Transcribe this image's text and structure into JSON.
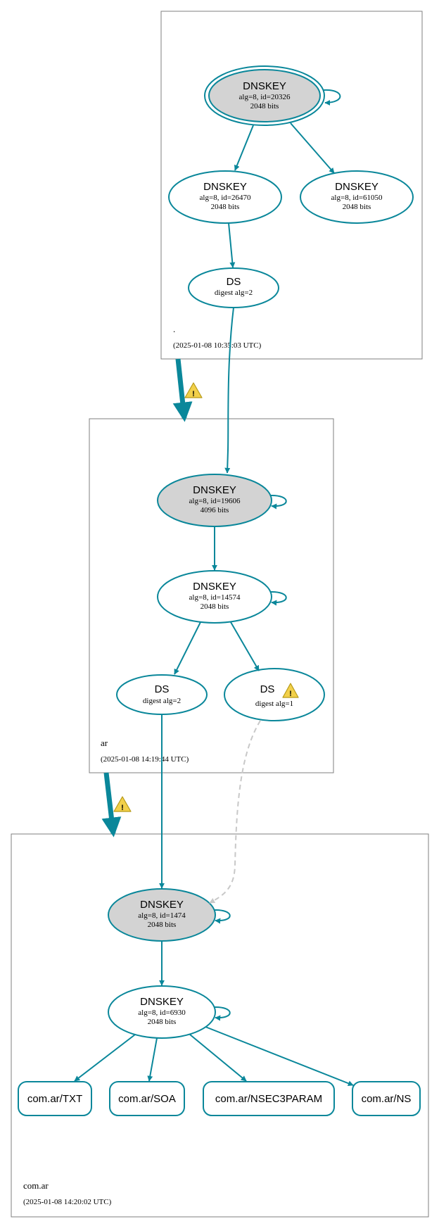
{
  "colors": {
    "edge": "#0a879a",
    "node_fill_ksk": "#d3d3d3",
    "node_fill": "#ffffff",
    "cluster_border": "#7f7f7f",
    "dashed_edge": "#c8c8c8",
    "warning_fill": "#f2d04a",
    "warning_stroke": "#b79a18"
  },
  "icons": {
    "warning": "warning-icon",
    "warning_glyph": "!"
  },
  "zones": {
    "root": {
      "name": ".",
      "timestamp": "(2025-01-08 10:35:03 UTC)",
      "dnskey_20326": {
        "title": "DNSKEY",
        "line1": "alg=8, id=20326",
        "line2": "2048 bits"
      },
      "dnskey_26470": {
        "title": "DNSKEY",
        "line1": "alg=8, id=26470",
        "line2": "2048 bits"
      },
      "dnskey_61050": {
        "title": "DNSKEY",
        "line1": "alg=8, id=61050",
        "line2": "2048 bits"
      },
      "ds": {
        "title": "DS",
        "line1": "digest alg=2"
      }
    },
    "ar": {
      "name": "ar",
      "timestamp": "(2025-01-08 14:19:44 UTC)",
      "dnskey_19606": {
        "title": "DNSKEY",
        "line1": "alg=8, id=19606",
        "line2": "4096 bits"
      },
      "dnskey_14574": {
        "title": "DNSKEY",
        "line1": "alg=8, id=14574",
        "line2": "2048 bits"
      },
      "ds_alg2": {
        "title": "DS",
        "line1": "digest alg=2"
      },
      "ds_alg1": {
        "title": "DS",
        "line1": "digest alg=1"
      }
    },
    "com_ar": {
      "name": "com.ar",
      "timestamp": "(2025-01-08 14:20:02 UTC)",
      "dnskey_1474": {
        "title": "DNSKEY",
        "line1": "alg=8, id=1474",
        "line2": "2048 bits"
      },
      "dnskey_6930": {
        "title": "DNSKEY",
        "line1": "alg=8, id=6930",
        "line2": "2048 bits"
      },
      "rr_txt": "com.ar/TXT",
      "rr_soa": "com.ar/SOA",
      "rr_nsec3param": "com.ar/NSEC3PARAM",
      "rr_ns": "com.ar/NS"
    }
  }
}
